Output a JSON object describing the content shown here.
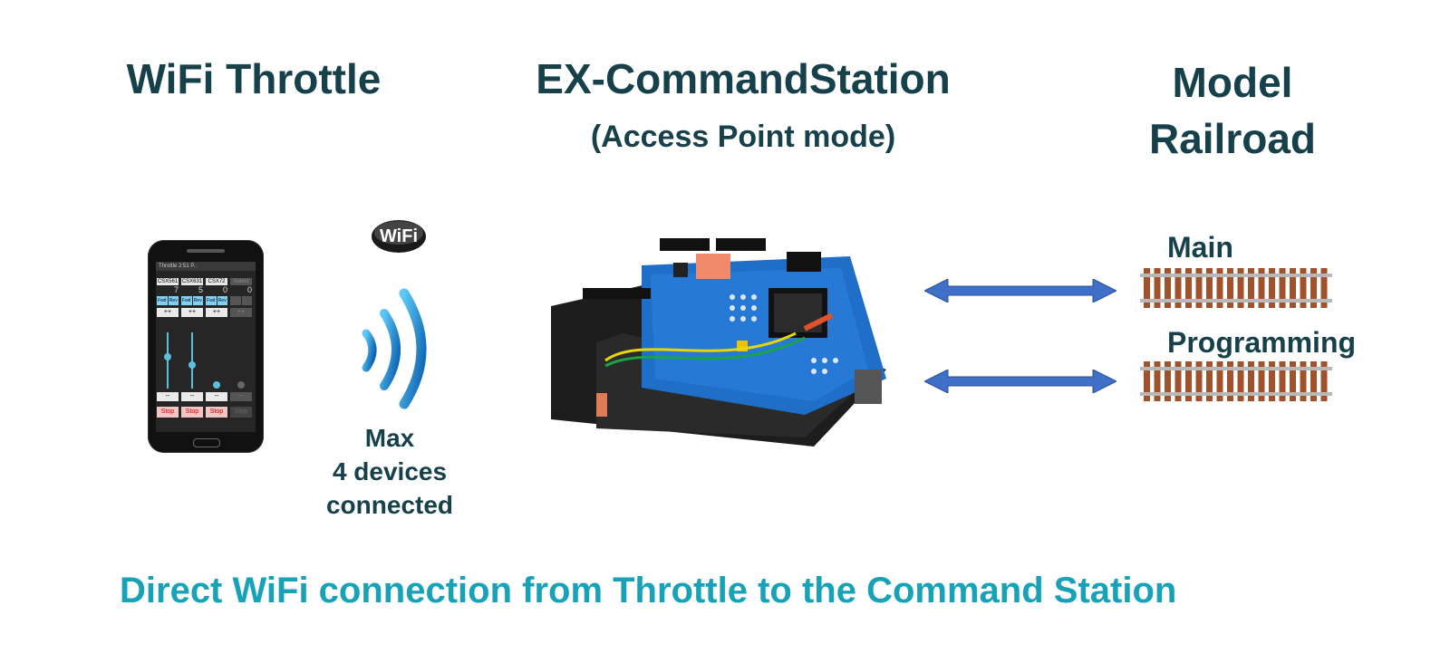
{
  "headings": {
    "throttle": "WiFi Throttle",
    "command_station": "EX-CommandStation",
    "command_station_mode": "(Access Point mode)",
    "railroad_line1": "Model",
    "railroad_line2": "Railroad"
  },
  "tracks": {
    "main_label": "Main",
    "programming_label": "Programming"
  },
  "wifi": {
    "badge_text": "WiFi",
    "max_line1": "Max",
    "max_line2": "4 devices",
    "max_line3": "connected"
  },
  "phone": {
    "status_title": "Throttle  2:51 P..",
    "throttles": [
      {
        "address": "CSX561",
        "speed": "7",
        "fwd": "Fwd",
        "rev": "Rev",
        "plus": "++",
        "minus": "--",
        "stop": "Stop"
      },
      {
        "address": "CSX631",
        "speed": "5",
        "fwd": "Fwd",
        "rev": "Rev",
        "plus": "++",
        "minus": "--",
        "stop": "Stop"
      },
      {
        "address": "CSX72",
        "speed": "0",
        "fwd": "Fwd",
        "rev": "Rev",
        "plus": "++",
        "minus": "--",
        "stop": "Stop"
      },
      {
        "address": "Select",
        "speed": "0",
        "fwd": "",
        "rev": "",
        "plus": "++",
        "minus": "--",
        "stop": "Stop"
      }
    ]
  },
  "caption": "Direct WiFi connection from Throttle to the Command Station",
  "colors": {
    "heading": "#16404a",
    "caption": "#17a2b8",
    "arrow": "#3f6fc6",
    "rail_tie": "#a0522d"
  }
}
